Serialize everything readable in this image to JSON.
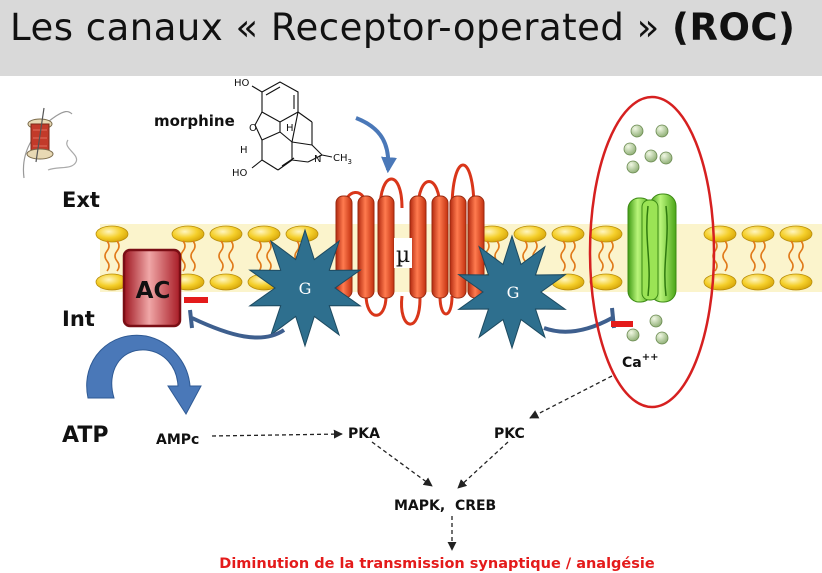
{
  "title": {
    "main": "Les canaux « Receptor-operated »",
    "bold": "(ROC)"
  },
  "labels": {
    "morphine": "morphine",
    "ext": "Ext",
    "int": "Int",
    "atp": "ATP",
    "ac": "AC",
    "mu": "µ",
    "g1": "G",
    "g2": "G",
    "camp": "AMPc",
    "pka": "PKA",
    "pkc": "PKC",
    "mapk_creb": "MAPK,  CREB",
    "ca": "Ca",
    "ca_charge": "++",
    "conclusion": "Diminution de la transmission synaptique / analgésie"
  },
  "molecule": {
    "oh_top": "HO",
    "o": "O",
    "h_left": "H",
    "h_right": "H",
    "n": "N",
    "ch3": "CH",
    "ch3_sub": "3",
    "ho_bottom": "HO"
  },
  "icons": [
    "spool-icon",
    "arrow-icon"
  ],
  "colors": {
    "membrane": "#f1c419",
    "receptor": "#e8401a",
    "g_protein": "#2e6f8e",
    "ac": "#c0262d",
    "channel": "#79d430",
    "arrow_blue": "#4a78b8",
    "conclusion": "#e41b1b",
    "highlight_ellipse": "#d62020"
  }
}
